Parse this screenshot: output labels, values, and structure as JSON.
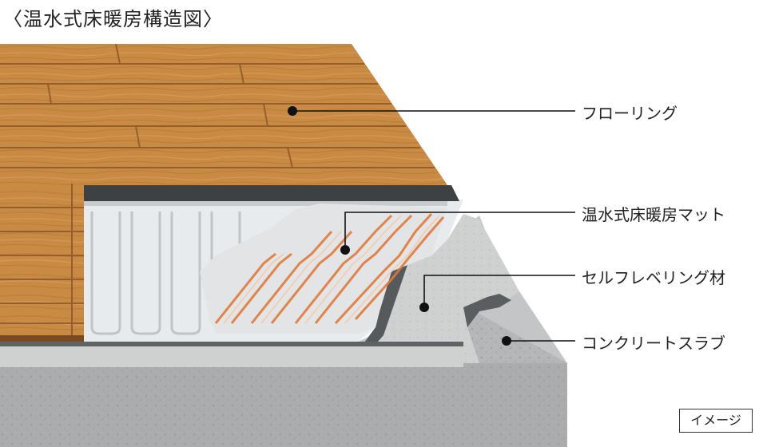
{
  "title": "〈温水式床暖房構造図〉",
  "labels": {
    "flooring": "フローリング",
    "heating_mat": "温水式床暖房マット",
    "self_leveling": "セルフレベリング材",
    "concrete_slab": "コンクリートスラブ"
  },
  "badge": "イメージ",
  "colors": {
    "wood": "#c98a44",
    "wood_grain": "#a96a2c",
    "dark_board": "#3d4144",
    "heating_mat": "#e8ebee",
    "pipe": "#e07a3c",
    "leveling": "#cfd0d0",
    "concrete": "#b5b6b7",
    "concrete_side": "#8f9091"
  }
}
